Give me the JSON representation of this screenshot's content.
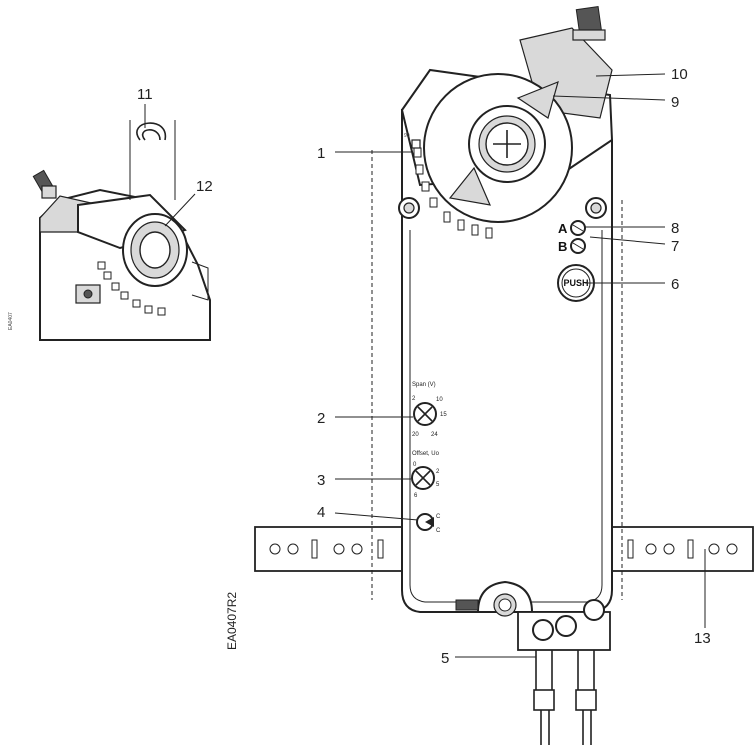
{
  "callouts": {
    "c1": "1",
    "c2": "2",
    "c3": "3",
    "c4": "4",
    "c5": "5",
    "c6": "6",
    "c7": "7",
    "c8": "8",
    "c9": "9",
    "c10": "10",
    "c11": "11",
    "c12": "12",
    "c13": "13"
  },
  "labels": {
    "push": "PUSH",
    "a": "A",
    "b": "B",
    "drawing_id": "EA0407R2",
    "angle_90": "90",
    "span_title": "Span (V)",
    "offset_title": "Offset, Uo",
    "c_top": "C",
    "c_bottom": "C"
  },
  "dials": {
    "span": [
      "2",
      "10",
      "15",
      "20",
      "24"
    ],
    "offset": [
      "0",
      "2",
      "5",
      "6"
    ]
  }
}
